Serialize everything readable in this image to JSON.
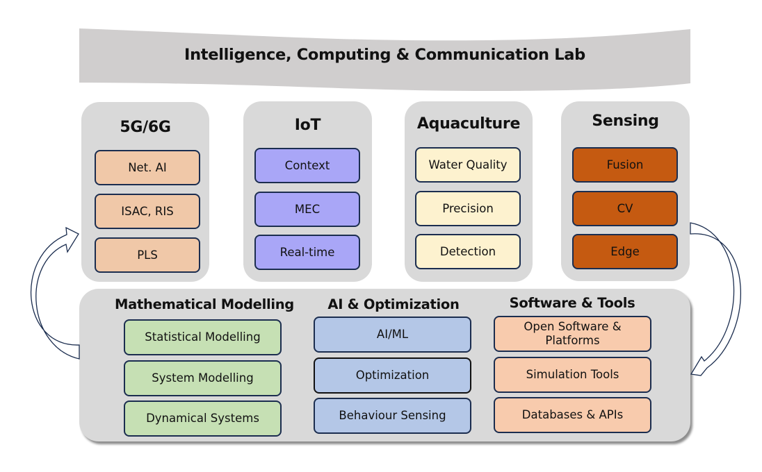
{
  "banner": {
    "title": "Intelligence, Computing & Communication Lab"
  },
  "top_panels": [
    {
      "title": "5G/6G",
      "items": [
        "Net. AI",
        "ISAC, RIS",
        "PLS"
      ]
    },
    {
      "title": "IoT",
      "items": [
        "Context",
        "MEC",
        "Real-time"
      ]
    },
    {
      "title": "Aquaculture",
      "items": [
        "Water Quality",
        "Precision",
        "Detection"
      ]
    },
    {
      "title": "Sensing",
      "items": [
        "Fusion",
        "CV",
        "Edge"
      ]
    }
  ],
  "foundation": {
    "sections": [
      {
        "title": "Mathematical Modelling",
        "items": [
          "Statistical Modelling",
          "System Modelling",
          "Dynamical Systems"
        ]
      },
      {
        "title": "AI & Optimization",
        "items": [
          "AI/ML",
          "Optimization",
          "Behaviour Sensing"
        ]
      },
      {
        "title": "Software & Tools",
        "items": [
          "Open Software & Platforms",
          "Simulation Tools",
          "Databases & APIs"
        ]
      }
    ]
  },
  "arrows": [
    {
      "name": "foundation-to-applications",
      "direction": "from foundation (bottom) up to 5G/6G panel"
    },
    {
      "name": "applications-to-foundation",
      "direction": "from Sensing panel down to foundation (bottom)"
    }
  ],
  "colors": {
    "banner": "#d0cece",
    "panel": "#d9d9d9",
    "item_border": "#1b2d4f",
    "5g": "#f0c8a8",
    "iot": "#a9a6f7",
    "aquaculture": "#fdf2cf",
    "sensing": "#c55a11",
    "math": "#c6e0b4",
    "ai": "#b4c7e7",
    "software": "#f8cbad"
  }
}
